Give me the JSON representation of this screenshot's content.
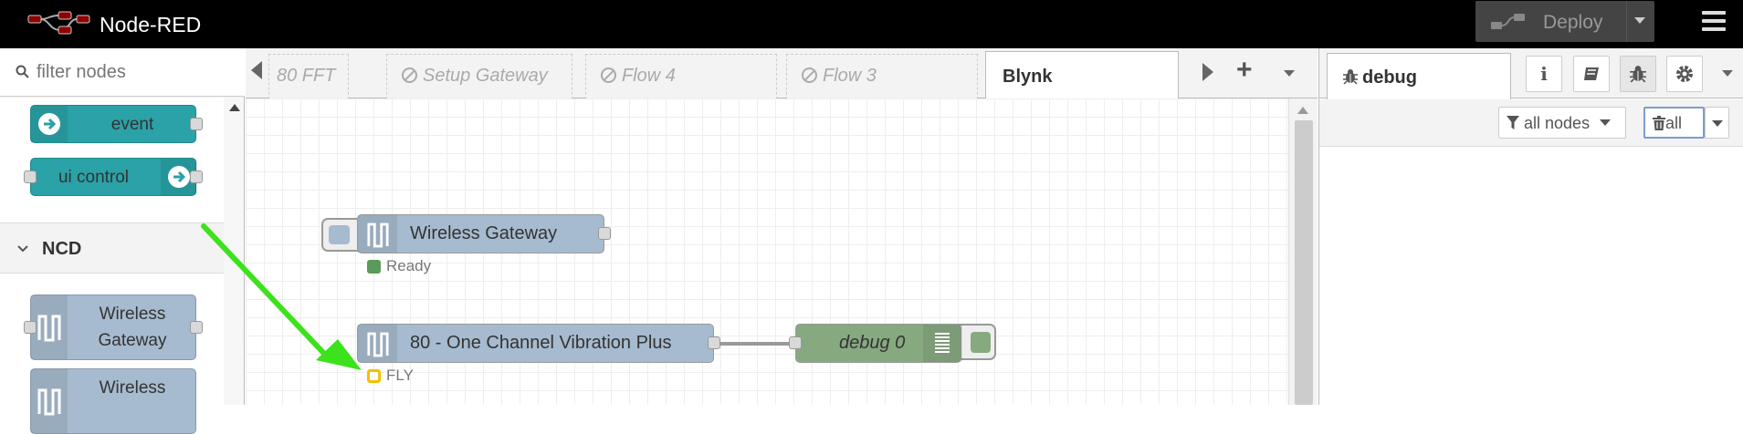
{
  "header": {
    "title": "Node-RED",
    "deploy_label": "Deploy"
  },
  "palette": {
    "search_placeholder": "filter nodes",
    "nodes_top": [
      {
        "label": "event"
      },
      {
        "label": "ui control"
      }
    ],
    "category": "NCD",
    "ncd_nodes": [
      {
        "label_line1": "Wireless",
        "label_line2": "Gateway"
      },
      {
        "label": "Wireless"
      }
    ]
  },
  "workspace": {
    "tabs": [
      {
        "label": "80 FFT",
        "disabled": true
      },
      {
        "label": "Setup Gateway",
        "disabled": true
      },
      {
        "label": "Flow 4",
        "disabled": true
      },
      {
        "label": "Flow 3",
        "disabled": true
      },
      {
        "label": "Blynk",
        "active": true
      }
    ],
    "add_tab": "+",
    "nodes": [
      {
        "label": "Wireless Gateway",
        "status": "Ready",
        "status_color": "#5a9a5a"
      },
      {
        "label": "80 - One Channel Vibration Plus",
        "status": "FLY",
        "status_color": "#f2c200"
      },
      {
        "label": "debug 0"
      }
    ]
  },
  "sidebar": {
    "active_tab": "debug",
    "filter_label": "all nodes",
    "clear_label": "all"
  },
  "colors": {
    "ui_node": "#2aa2a7",
    "wireless_node": "#a6bbcf",
    "debug_node": "#87a980",
    "annotation_arrow": "#3ce21b"
  }
}
